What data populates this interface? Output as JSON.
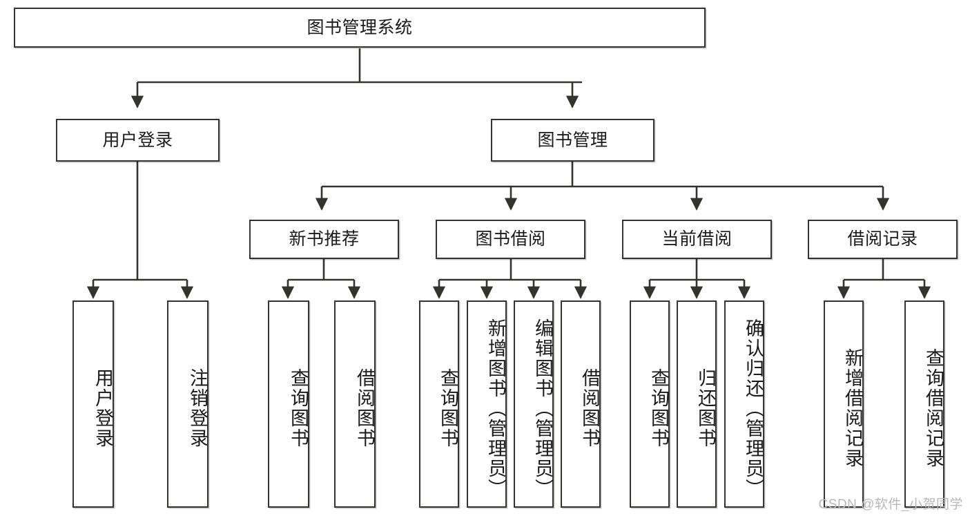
{
  "diagram": {
    "title": "图书管理系统",
    "type": "tree-hierarchy",
    "colors": {
      "box_border": "#33332f",
      "box_fill": "#ffffff",
      "edge": "#33332f",
      "text": "#1a1a1a",
      "watermark": "#b9b9b9"
    },
    "nodes": {
      "root": {
        "label": "图书管理系统"
      },
      "level2": [
        {
          "label": "用户登录"
        },
        {
          "label": "图书管理"
        }
      ],
      "level3": [
        {
          "label": "新书推荐"
        },
        {
          "label": "图书借阅"
        },
        {
          "label": "当前借阅"
        },
        {
          "label": "借阅记录"
        }
      ],
      "leaves": {
        "user_login": [
          {
            "label": "用户登录"
          },
          {
            "label": "注销登录"
          }
        ],
        "new_book_recommend": [
          {
            "label": "查询图书"
          },
          {
            "label": "借阅图书"
          }
        ],
        "book_borrow": [
          {
            "label": "查询图书"
          },
          {
            "label": "新增图书（管理员）"
          },
          {
            "label": "编辑图书（管理员）"
          },
          {
            "label": "借阅图书"
          }
        ],
        "current_borrow": [
          {
            "label": "查询图书"
          },
          {
            "label": "归还图书"
          },
          {
            "label": "确认归还（管理员）"
          }
        ],
        "borrow_record": [
          {
            "label": "新增借阅记录"
          },
          {
            "label": "查询借阅记录"
          }
        ]
      }
    },
    "watermark": "CSDN @软件_小贺同学"
  }
}
